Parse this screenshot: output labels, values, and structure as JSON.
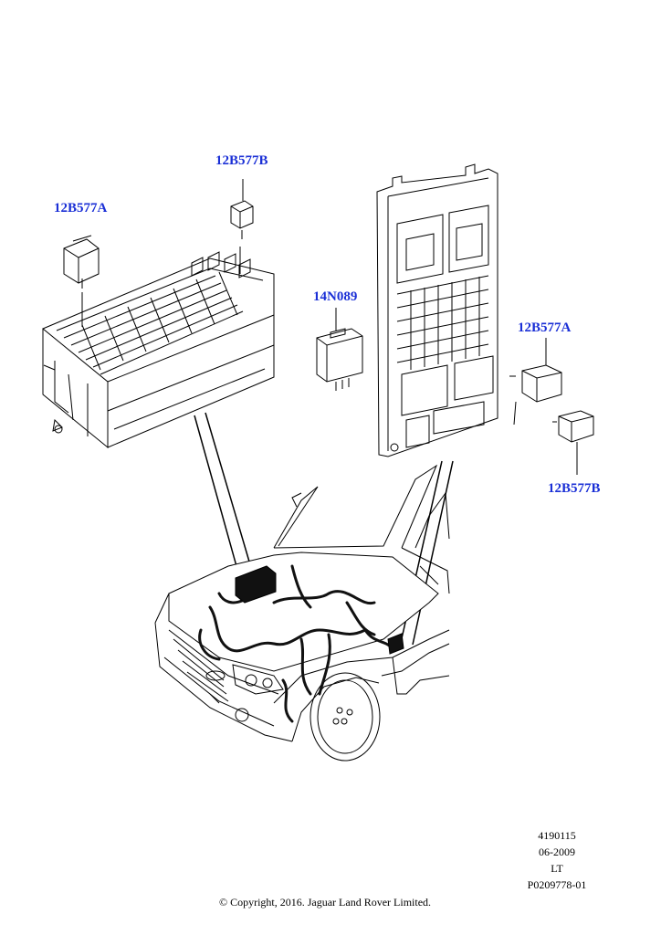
{
  "colors": {
    "callout": "#1a2fd6",
    "line": "#000000",
    "fill": "#ffffff",
    "harness": "#111111"
  },
  "callouts": {
    "left_relay_a": "12B577A",
    "left_relay_b": "12B577B",
    "module": "14N089",
    "right_relay_a": "12B577A",
    "right_relay_b": "12B577B"
  },
  "meta": {
    "illustration_id": "4190115",
    "date": "06-2009",
    "code": "LT",
    "part_ref": "P0209778-01"
  },
  "copyright": "© Copyright, 2016. Jaguar Land Rover Limited."
}
